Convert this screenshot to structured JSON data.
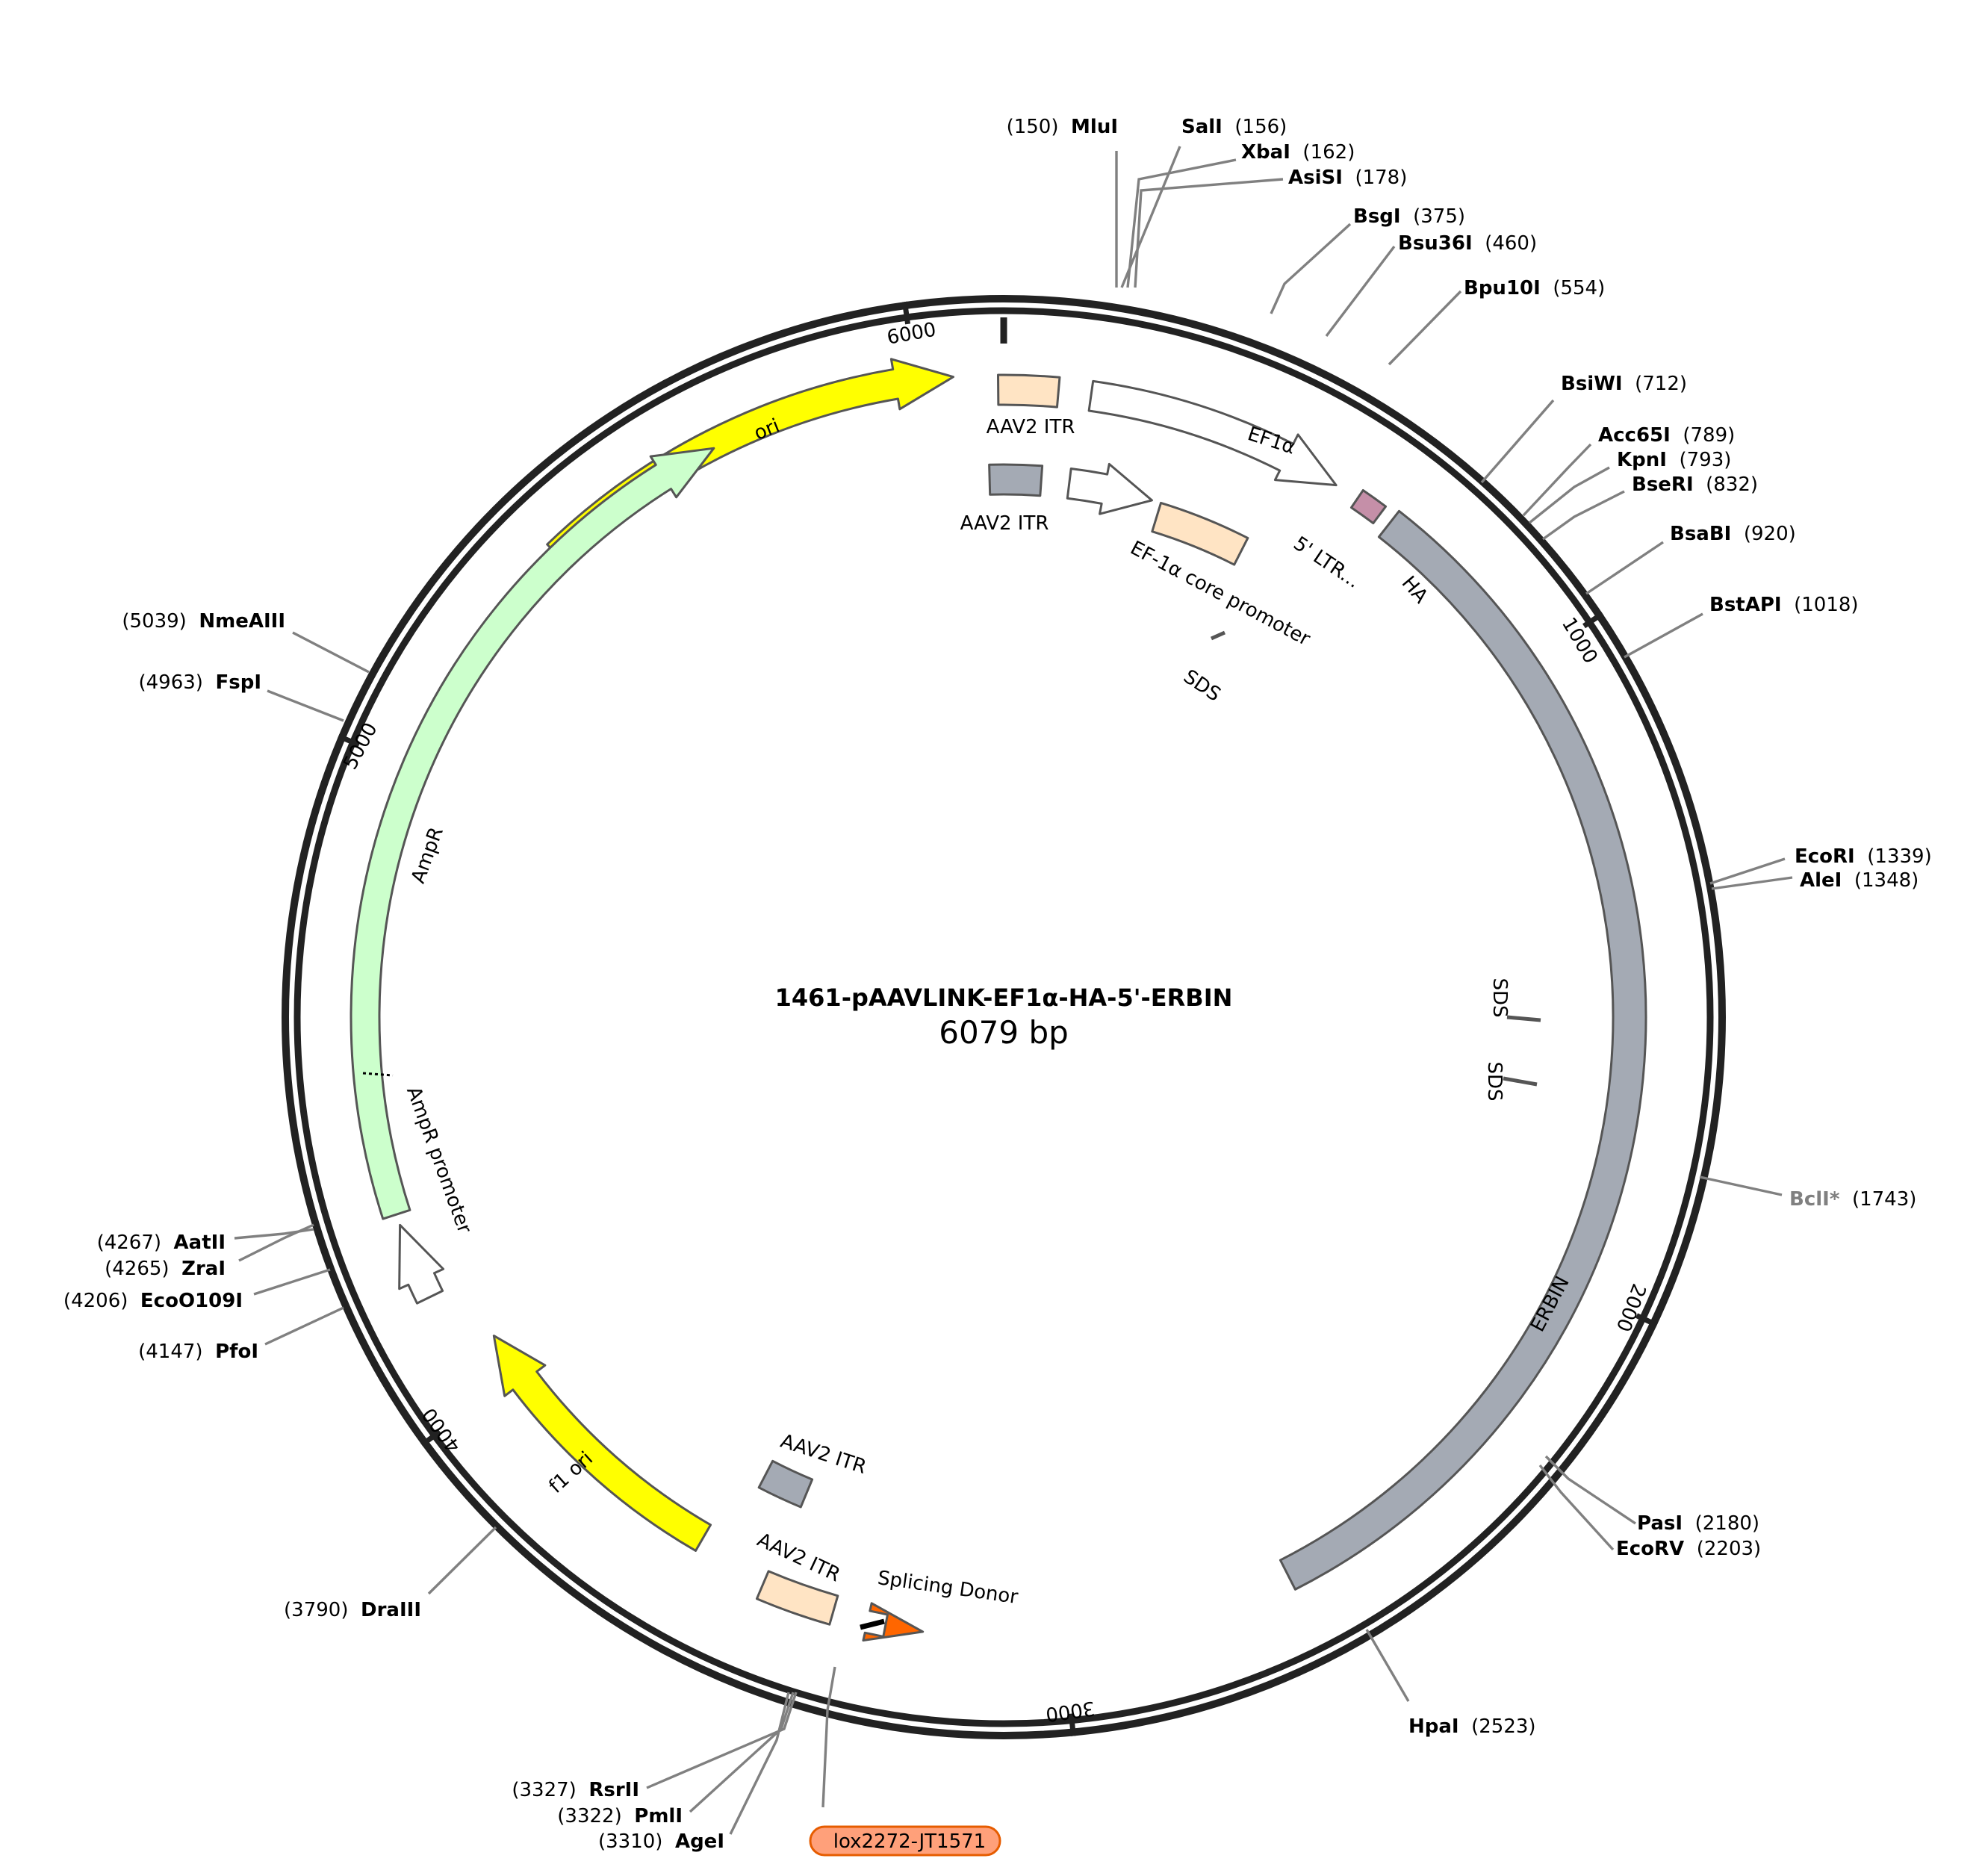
{
  "plasmid": {
    "name": "1461-pAAVLINK-EF1α-HA-5'-ERBIN",
    "size_label": "6079 bp",
    "length": 6079
  },
  "ticks": [
    {
      "pos": 1000,
      "label": "1000"
    },
    {
      "pos": 2000,
      "label": "2000"
    },
    {
      "pos": 3000,
      "label": "3000"
    },
    {
      "pos": 4000,
      "label": "4000"
    },
    {
      "pos": 5000,
      "label": "5000"
    },
    {
      "pos": 6000,
      "label": "6000"
    }
  ],
  "sites": [
    {
      "name": "MluI",
      "pos": "(150)",
      "side": "left",
      "row": 0
    },
    {
      "name": "SalI",
      "pos": "(156)",
      "side": "right",
      "row": 0
    },
    {
      "name": "XbaI",
      "pos": "(162)",
      "side": "right",
      "row": 1
    },
    {
      "name": "AsiSI",
      "pos": "(178)",
      "side": "right",
      "row": 2
    },
    {
      "name": "BsgI",
      "pos": "(375)",
      "side": "right",
      "row": 3
    },
    {
      "name": "Bsu36I",
      "pos": "(460)",
      "side": "right",
      "row": 4
    },
    {
      "name": "Bpu10I",
      "pos": "(554)",
      "side": "right",
      "row": 5
    },
    {
      "name": "BsiWI",
      "pos": "(712)",
      "side": "right",
      "row": 6
    },
    {
      "name": "Acc65I",
      "pos": "(789)",
      "side": "right",
      "row": 7
    },
    {
      "name": "KpnI",
      "pos": "(793)",
      "side": "right",
      "row": 8
    },
    {
      "name": "BseRI",
      "pos": "(832)",
      "side": "right",
      "row": 9
    },
    {
      "name": "BsaBI",
      "pos": "(920)",
      "side": "right",
      "row": 10
    },
    {
      "name": "BstAPI",
      "pos": "(1018)",
      "side": "right",
      "row": 11
    },
    {
      "name": "EcoRI",
      "pos": "(1339)",
      "side": "right",
      "row": 12
    },
    {
      "name": "AleI",
      "pos": "(1348)",
      "side": "right",
      "row": 13
    },
    {
      "name": "BclI*",
      "pos": "(1743)",
      "side": "right",
      "row": 14,
      "muted": true
    },
    {
      "name": "PasI",
      "pos": "(2180)",
      "side": "right",
      "row": 15
    },
    {
      "name": "EcoRV",
      "pos": "(2203)",
      "side": "right",
      "row": 16
    },
    {
      "name": "HpaI",
      "pos": "(2523)",
      "side": "right",
      "row": 17
    },
    {
      "name": "RsrII",
      "pos": "(3327)",
      "side": "left",
      "row": 18
    },
    {
      "name": "PmlI",
      "pos": "(3322)",
      "side": "left",
      "row": 19
    },
    {
      "name": "AgeI",
      "pos": "(3310)",
      "side": "left",
      "row": 20
    },
    {
      "name": "DraIII",
      "pos": "(3790)",
      "side": "left",
      "row": 21
    },
    {
      "name": "PfoI",
      "pos": "(4147)",
      "side": "left",
      "row": 22
    },
    {
      "name": "EcoO109I",
      "pos": "(4206)",
      "side": "left",
      "row": 23
    },
    {
      "name": "ZraI",
      "pos": "(4265)",
      "side": "left",
      "row": 24
    },
    {
      "name": "AatII",
      "pos": "(4267)",
      "side": "left",
      "row": 25
    },
    {
      "name": "FspI",
      "pos": "(4963)",
      "side": "left",
      "row": 26
    },
    {
      "name": "NmeAIII",
      "pos": "(5039)",
      "side": "left",
      "row": 27
    }
  ],
  "features": [
    {
      "name": "ori",
      "color": "#ffff00"
    },
    {
      "name": "AAV2 ITR",
      "color": "#ffe4c4"
    },
    {
      "name": "EF1α",
      "color": "#ffffff"
    },
    {
      "name": "AAV2 ITR",
      "color": "#a4aab4"
    },
    {
      "name": "EF-1α core promoter",
      "color": "#ffffff"
    },
    {
      "name": "5' LTR...",
      "color": "#ffe4c4"
    },
    {
      "name": "HA",
      "color": "#c58fa8"
    },
    {
      "name": "SDS"
    },
    {
      "name": "SDS"
    },
    {
      "name": "SDS"
    },
    {
      "name": "ERBIN",
      "color": "#a4aab4"
    },
    {
      "name": "AmpR",
      "color": "#ccffcc"
    },
    {
      "name": "AmpR promoter",
      "color": "#ffffff"
    },
    {
      "name": "f1 ori",
      "color": "#ffff00"
    },
    {
      "name": "AAV2 ITR",
      "color": "#a4aab4"
    },
    {
      "name": "AAV2 ITR",
      "color": "#ffe4c4"
    },
    {
      "name": "Splicing Donor",
      "color": "#ff6600"
    },
    {
      "name": "lox2272-JT1571",
      "color": "#ffa07a"
    }
  ]
}
